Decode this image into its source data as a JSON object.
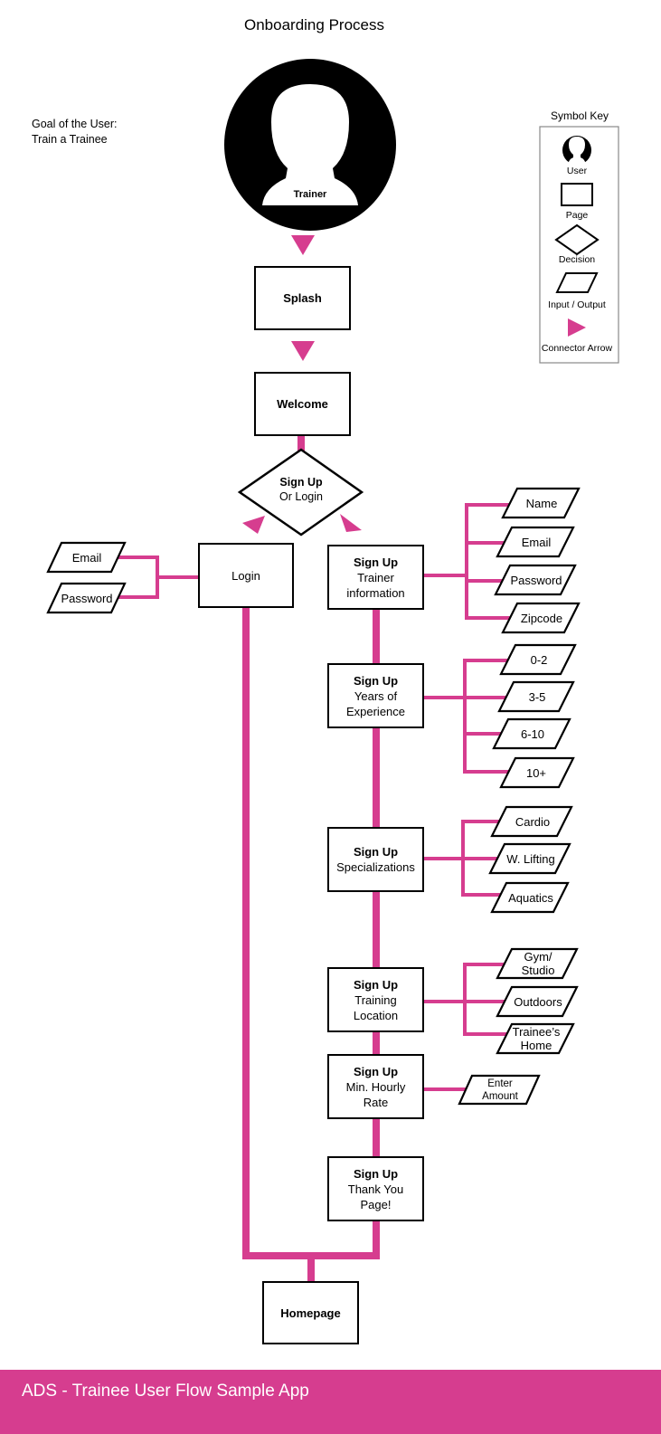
{
  "title": "Onboarding Process",
  "goal": {
    "line1": "Goal of the User:",
    "line2": "Train a Trainee"
  },
  "user_label": "Trainer",
  "nodes": {
    "splash": "Splash",
    "welcome": "Welcome",
    "decision": {
      "line1": "Sign Up",
      "line2": "Or Login"
    },
    "login": "Login",
    "trainer_info": {
      "title": "Sign Up",
      "line1": "Trainer",
      "line2": "information"
    },
    "experience": {
      "title": "Sign Up",
      "line1": "Years of",
      "line2": "Experience"
    },
    "specializations": {
      "title": "Sign Up",
      "line1": "Specializations"
    },
    "location": {
      "title": "Sign Up",
      "line1": "Training",
      "line2": "Location"
    },
    "rate": {
      "title": "Sign Up",
      "line1": "Min. Hourly",
      "line2": "Rate"
    },
    "thankyou": {
      "title": "Sign Up",
      "line1": "Thank You",
      "line2": "Page!"
    },
    "homepage": "Homepage"
  },
  "inputs": {
    "login": [
      "Email",
      "Password"
    ],
    "trainer_info": [
      "Name",
      "Email",
      "Password",
      "Zipcode"
    ],
    "experience": [
      "0-2",
      "3-5",
      "6-10",
      "10+"
    ],
    "specializations": [
      "Cardio",
      "W. Lifting",
      "Aquatics"
    ],
    "location": [
      {
        "line1": "Gym/",
        "line2": "Studio"
      },
      {
        "line1": "Outdoors",
        "line2": ""
      },
      {
        "line1": "Trainee’s",
        "line2": "Home"
      }
    ],
    "rate": {
      "line1": "Enter",
      "line2": "Amount"
    }
  },
  "symbol_key": {
    "title": "Symbol Key",
    "user": "User",
    "page": "Page",
    "decision": "Decision",
    "io": "Input / Output",
    "arrow": "Connector Arrow"
  },
  "footer": "ADS - Trainee User Flow Sample App",
  "colors": {
    "accent": "#d63d8f",
    "ink": "#000000",
    "paper": "#ffffff"
  }
}
